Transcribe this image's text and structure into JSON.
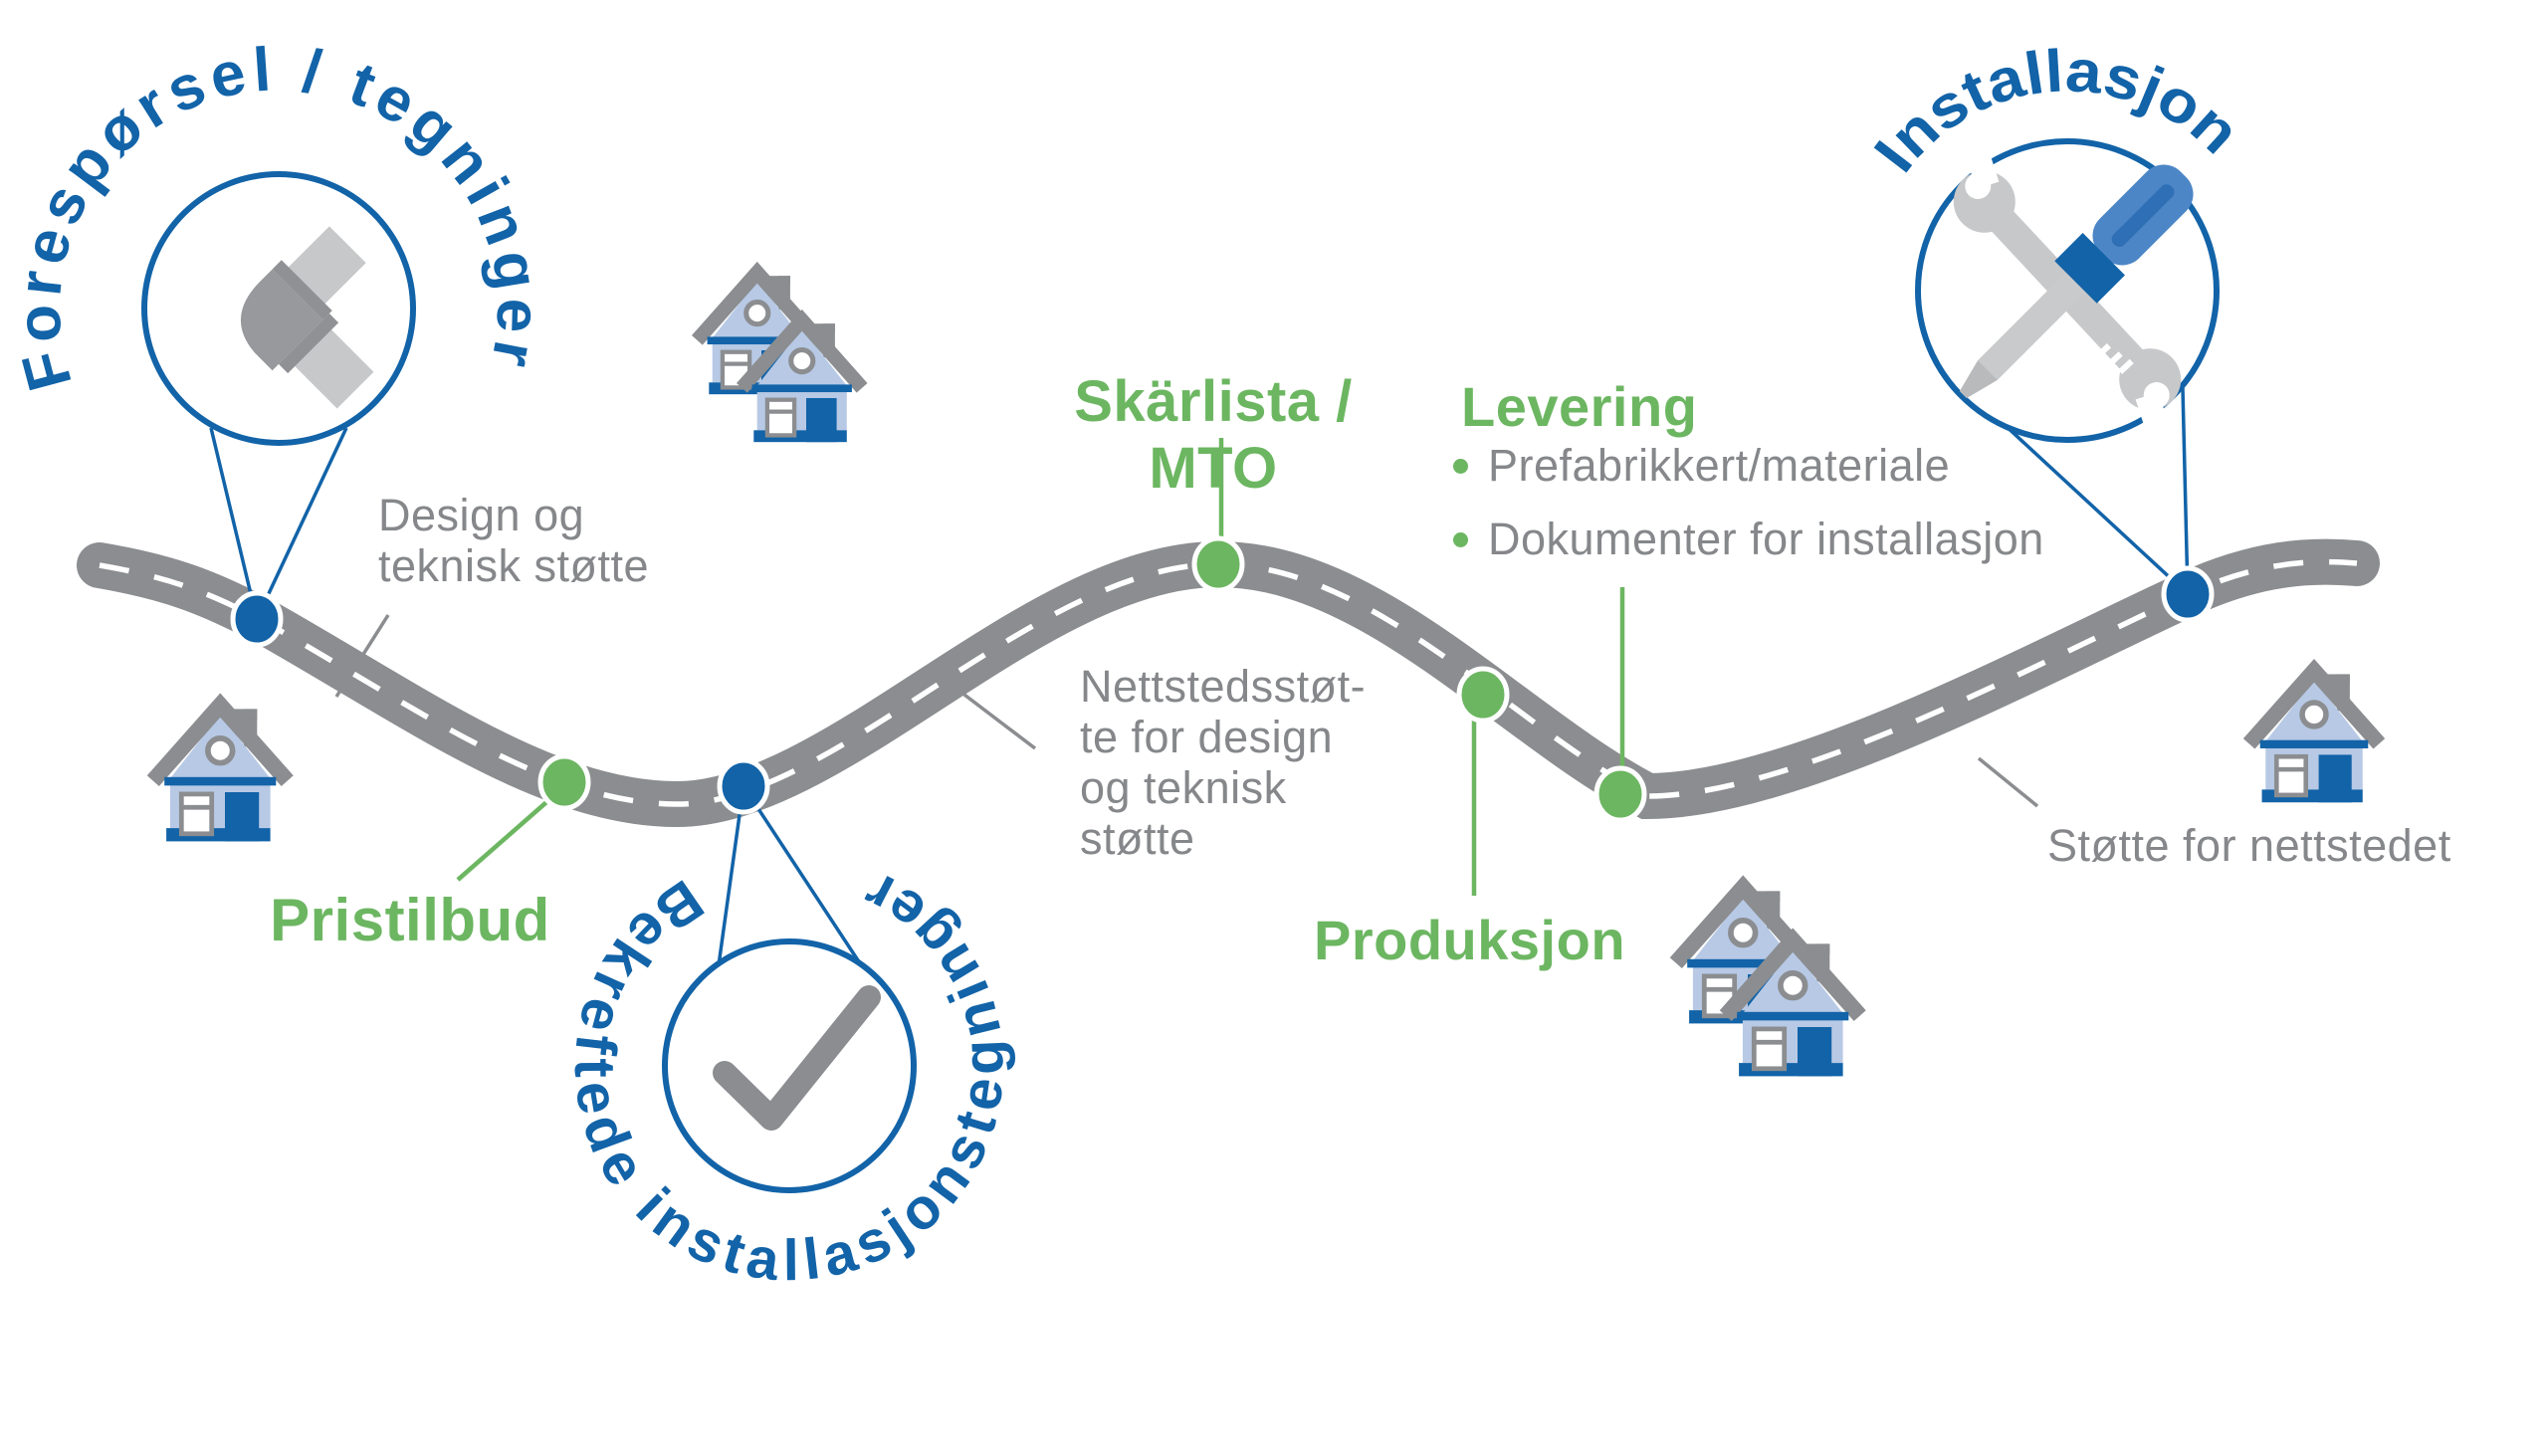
{
  "colors": {
    "blue": "#1263a8",
    "green": "#6cb661",
    "road_gray": "#8b8d90",
    "text_gray": "#85878a",
    "house_light_blue": "#b7c9e5",
    "house_dark_blue": "#1263a8",
    "tool_light_gray": "#c7c8ca",
    "screwdriver_blue": "#4d86c6"
  },
  "milestones": {
    "foresporsel": {
      "label": "Forespørsel / tegninger"
    },
    "pristilbud": {
      "label": "Pristilbud"
    },
    "bekreftede": {
      "label": "Bekreftede installasjonstegninger"
    },
    "skarlista": {
      "label": "Skärlista / MTO"
    },
    "produksjon": {
      "label": "Produksjon"
    },
    "levering": {
      "label": "Levering",
      "bullets": [
        "Prefabrikkert/materiale",
        "Dokumenter for installasjon"
      ]
    },
    "installasjon": {
      "label": "Installasjon"
    }
  },
  "notes": {
    "design_support": {
      "line1": "Design og",
      "line2": "teknisk støtte"
    },
    "site_support": {
      "line1": "Nettstedsstøt-",
      "line2": "te for design",
      "line3": "og teknisk",
      "line4": "støtte"
    },
    "site_support_right": "Støtte for nettstedet"
  },
  "icons": {
    "pipe": "pipe-elbow-icon",
    "check": "checkmark-icon",
    "tools": "wrench-screwdriver-icon",
    "house": "house-icon"
  }
}
